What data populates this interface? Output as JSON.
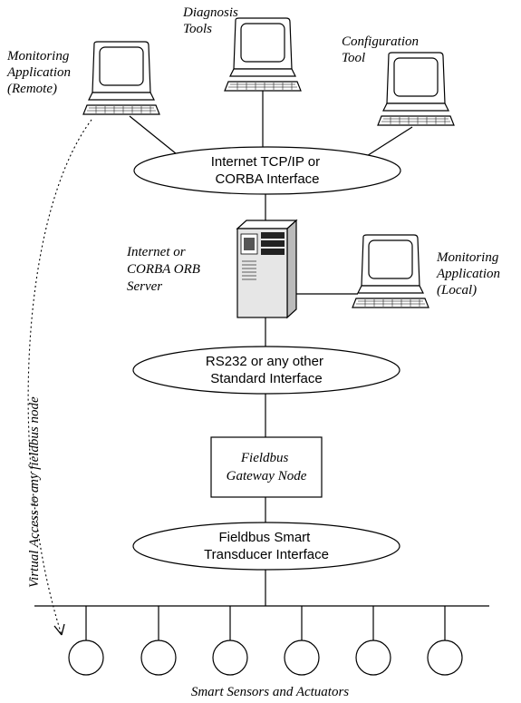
{
  "terminals": {
    "diagnosis": [
      "Diagnosis",
      "Tools"
    ],
    "configuration": [
      "Configuration",
      "Tool"
    ],
    "monitoring_remote": [
      "Monitoring",
      "Application",
      "(Remote)"
    ],
    "monitoring_local": [
      "Monitoring",
      "Application",
      "(Local)"
    ]
  },
  "interfaces": {
    "internet": [
      "Internet TCP/IP or",
      "CORBA Interface"
    ],
    "rs232": [
      "RS232 or any other",
      "Standard Interface"
    ],
    "fieldbus": [
      "Fieldbus Smart",
      "Transducer Interface"
    ]
  },
  "server_label": [
    "Internet or",
    "CORBA ORB",
    "Server"
  ],
  "gateway_label": [
    "Fieldbus",
    "Gateway Node"
  ],
  "virtual_access_label": "Virtual Access to any fieldbus node",
  "sensors_label": "Smart Sensors and Actuators"
}
